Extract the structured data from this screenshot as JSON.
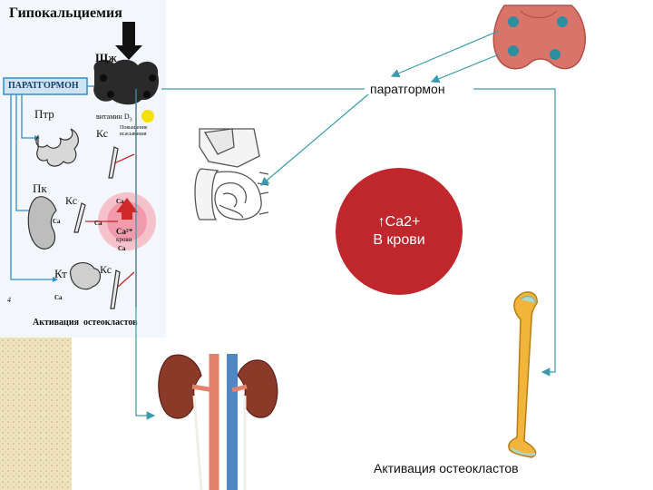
{
  "scheme": {
    "title": "Гипокальциемия",
    "gland_label": "Щж",
    "hormone_box": "ПАРАТГОРМОН",
    "vitamin_label": "витамин D",
    "vitamin_sub": "3",
    "absorption_note_1": "Повышение",
    "absorption_note_2": "всасывания",
    "intestine_label": "Птр",
    "kidney_label": "Пк",
    "bone_label": "Кт",
    "kc_label": "Кс",
    "ca_label": "Ca",
    "ca2_label": "Ca²⁺",
    "blood_label": "крови",
    "footer": "Активация  остеокластов",
    "fig_number": "4"
  },
  "labels": {
    "hormone": "паратгормон",
    "bottom": "Активация остеокластов"
  },
  "circle": {
    "line1": "↑Ca2+",
    "line2": "В крови"
  },
  "colors": {
    "arrow": "#3a9bb0",
    "circle": "#c0272d",
    "thyroid": "#d9746b",
    "bone": "#f2b43a",
    "kidney": "#8b3a2a"
  }
}
